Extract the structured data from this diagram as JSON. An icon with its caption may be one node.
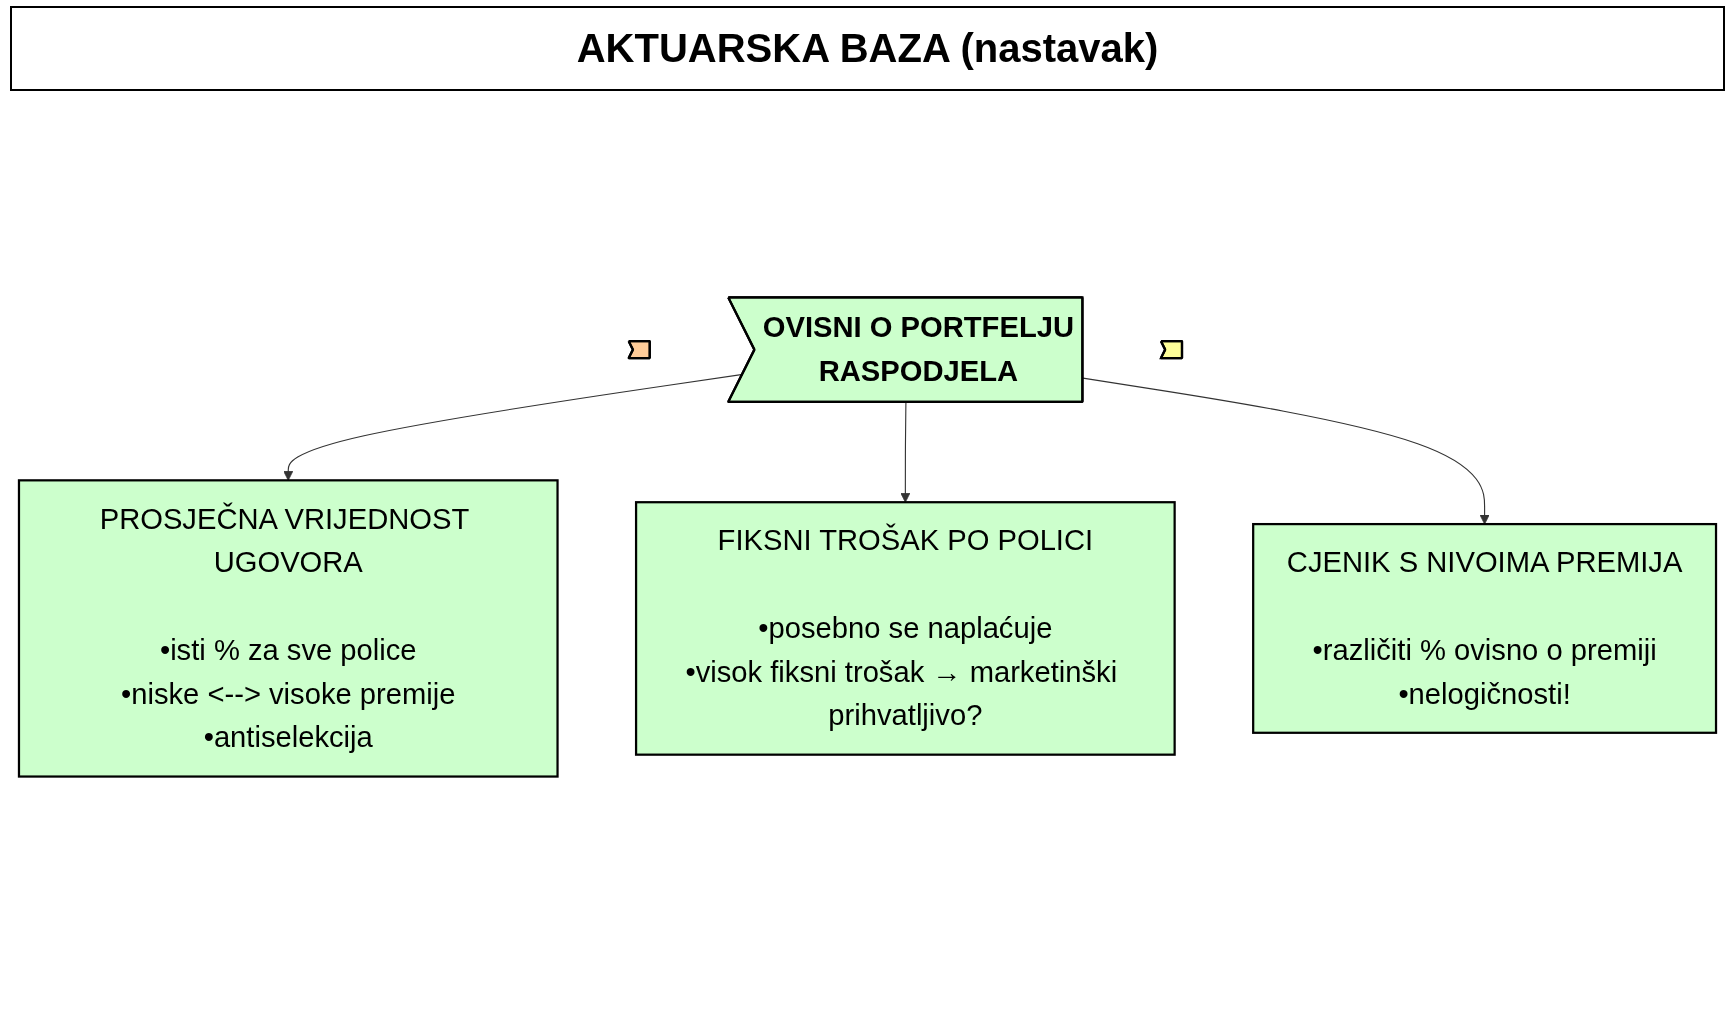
{
  "diagram": {
    "title": "AKTUARSKA BAZA (nastavak)",
    "nodes": [
      {
        "text": [],
        "shape": "chevron"
      },
      {
        "text": [
          "OVISNI O PORTFELJU",
          "RASPODJELA"
        ]
      },
      {
        "text": [],
        "shape": "chevron"
      },
      {
        "text": [
          "PROSJEČNA VRIJEDNOST UGOVORA",
          "•isti % za sve police",
          "•niske <--> visoke premije",
          "•antiselekcija"
        ]
      },
      {
        "text": [
          "FIKSNI TROŠAK PO POLICI",
          "•posebno se naplaćuje",
          "•visok fiksni trošak → marketinški prihvatljivo?"
        ]
      },
      {
        "text": [
          "CJENIK S NIVOIMA PREMIJA",
          "•različiti % ovisno o premiji",
          "•nelogičnosti!"
        ]
      }
    ],
    "edges": [
      {
        "from": 1,
        "to": 3,
        "arrow": "to"
      },
      {
        "from": 1,
        "to": 4,
        "arrow": "to"
      },
      {
        "from": 1,
        "to": 5,
        "arrow": "to"
      }
    ]
  }
}
